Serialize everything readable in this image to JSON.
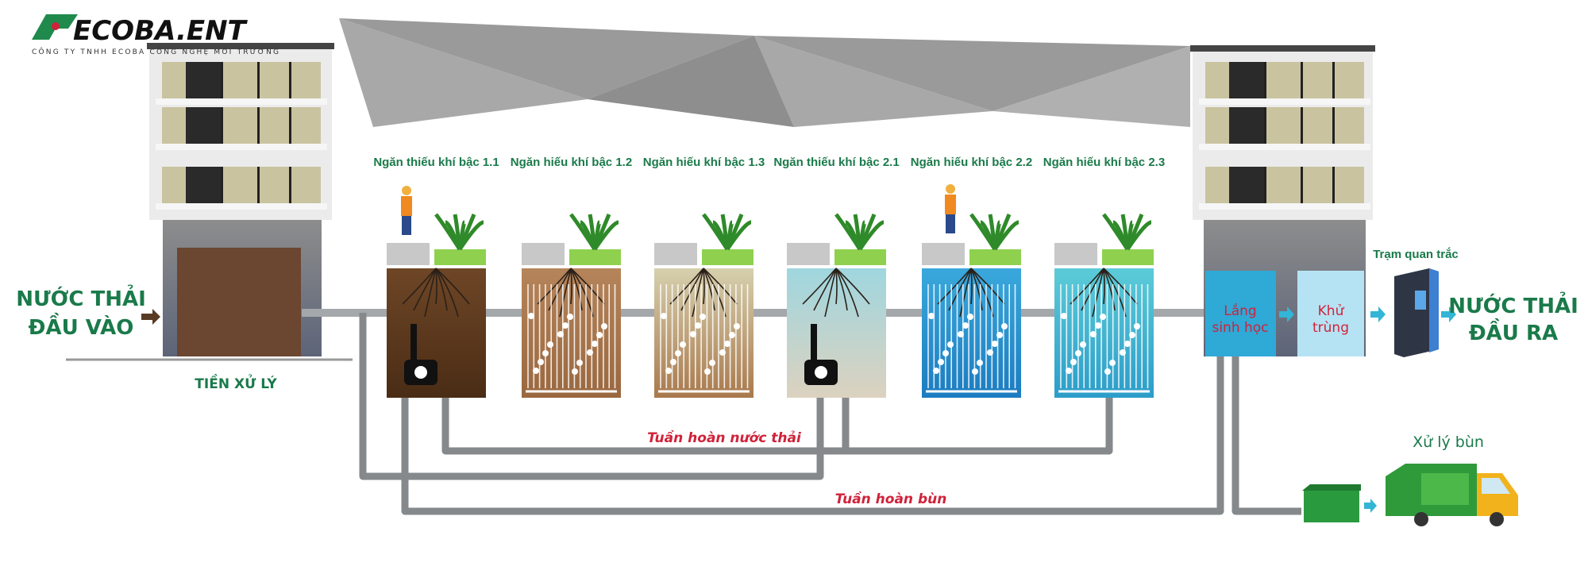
{
  "logo": {
    "brand": "ECOBA.ENT",
    "company": "CÔNG TY TNHH ECOBA CÔNG NGHỆ MÔI TRƯỜNG"
  },
  "inlet": {
    "line1": "NƯỚC THẢI",
    "line2": "ĐẦU VÀO"
  },
  "pretreatment": "TIỀN XỬ LÝ",
  "tanks": [
    {
      "label": "Ngăn thiếu khí bậc 1.1",
      "type": "anoxic",
      "top": "#6e4626",
      "bottom": "#4a2c15"
    },
    {
      "label": "Ngăn hiếu khí bậc 1.2",
      "type": "aerobic",
      "top": "#b5845a",
      "bottom": "#9a6840"
    },
    {
      "label": "Ngăn hiếu khí bậc 1.3",
      "type": "aerobic",
      "top": "#d6d0ae",
      "bottom": "#a9794d"
    },
    {
      "label": "Ngăn thiếu khí bậc 2.1",
      "type": "anoxic",
      "top": "#9fd6df",
      "bottom": "#dcd2bf"
    },
    {
      "label": "Ngăn hiếu khí bậc 2.2",
      "type": "aerobic",
      "top": "#3aa8dc",
      "bottom": "#1c7cc0"
    },
    {
      "label": "Ngăn hiếu khí bậc 2.3",
      "type": "aerobic",
      "top": "#5ccbd8",
      "bottom": "#2c9dc9"
    }
  ],
  "settling": {
    "line1": "Lắng",
    "line2": "sinh học"
  },
  "disinfection": {
    "line1": "Khử",
    "line2": "trùng"
  },
  "monitoring": "Trạm quan trắc",
  "outlet": {
    "line1": "NƯỚC THẢI",
    "line2": "ĐẦU RA"
  },
  "recirculation_water": "Tuần hoàn nước thải",
  "recirculation_sludge": "Tuần hoàn bùn",
  "sludge_treatment": "Xử lý bùn",
  "colors": {
    "brand_green": "#1a7a4a",
    "accent_red": "#d0223a",
    "flow_arrow": "#33b5d6",
    "pipe": "#8a8d90"
  }
}
